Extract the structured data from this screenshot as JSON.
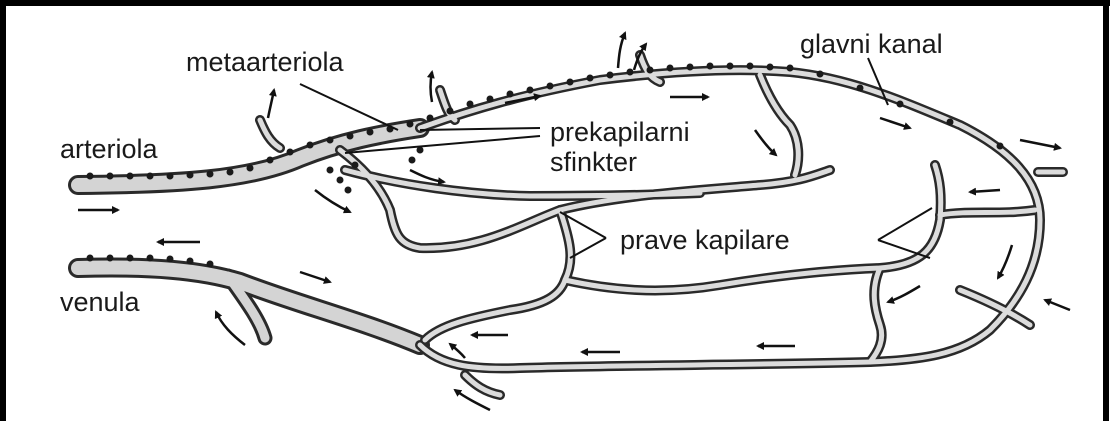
{
  "diagram": {
    "labels": {
      "arteriola": "arteriola",
      "metaarteriola": "metaarteriola",
      "glavni_kanal": "glavni kanal",
      "prekapilarni": "prekapilarni",
      "sfinkter": "sfinkter",
      "prave_kapilare": "prave kapilare",
      "venula": "venula"
    },
    "colors": {
      "border": "#000000",
      "vessel_fill": "#d4d4d4",
      "vessel_outline": "#2a2a2a",
      "sphincter": "#1a1a1a",
      "arrow": "#111111",
      "text": "#1a1a1a"
    }
  }
}
